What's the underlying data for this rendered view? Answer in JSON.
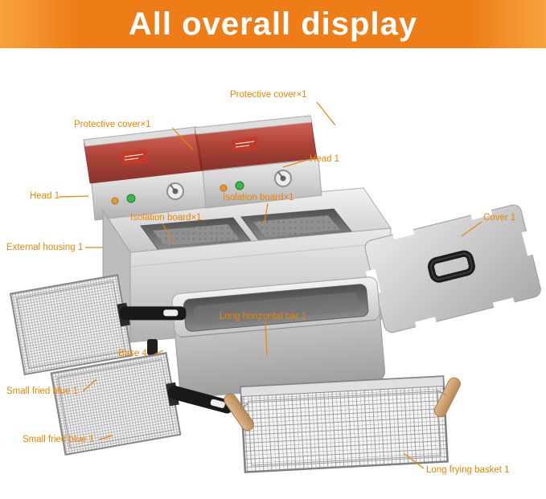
{
  "banner": {
    "title": "All overall display"
  },
  "labels": [
    {
      "id": "protective-cover-right",
      "text": "Protective cover×1"
    },
    {
      "id": "protective-cover-left",
      "text": "Protective cover×1"
    },
    {
      "id": "head-right",
      "text": "Head 1"
    },
    {
      "id": "head-left",
      "text": "Head 1"
    },
    {
      "id": "isolation-board-right",
      "text": "Isolation board×1"
    },
    {
      "id": "isolation-board-left",
      "text": "Isolation board×1"
    },
    {
      "id": "external-housing",
      "text": "External housing 1"
    },
    {
      "id": "cover",
      "text": "Cover 1"
    },
    {
      "id": "long-horizontal-bar",
      "text": "Long horizontal bar 1"
    },
    {
      "id": "base",
      "text": "Base 4"
    },
    {
      "id": "small-fried-blue-top",
      "text": "Small fried blue 1"
    },
    {
      "id": "small-fried-blue-bottom",
      "text": "Small fried blue 1"
    },
    {
      "id": "long-frying-basket",
      "text": "Long frying basket 1"
    }
  ],
  "colors": {
    "accent": "#EE8400",
    "banner_start": "#F7A33E",
    "banner_end": "#EE7D18"
  }
}
